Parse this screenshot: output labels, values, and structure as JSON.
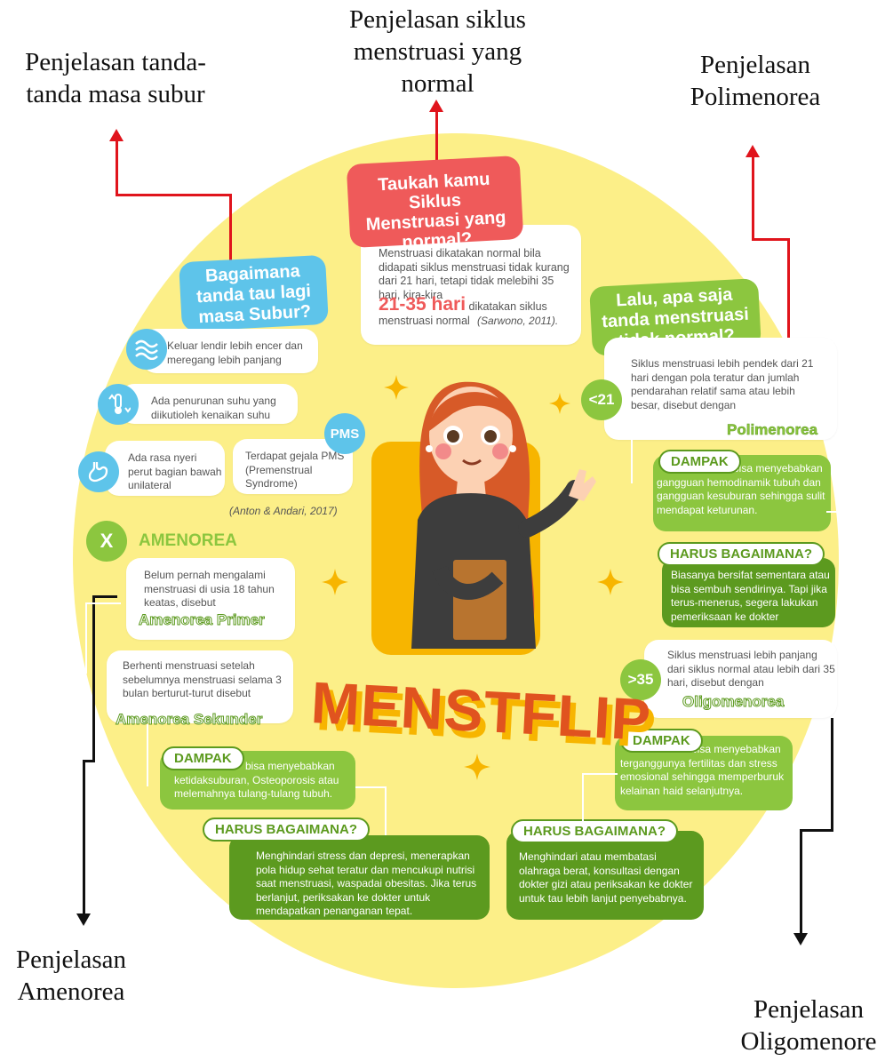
{
  "labels": {
    "top_left": "Penjelasan tanda-tanda masa subur",
    "top_center": "Penjelasan siklus menstruasi yang normal",
    "top_right": "Penjelasan Polimenorea",
    "bottom_left": "Penjelasan Amenorea",
    "bottom_right": "Penjelasan Oligomenore"
  },
  "colors": {
    "yellow": "#fcef88",
    "blue": "#5ec4ea",
    "red": "#ef5a5a",
    "green": "#8cc63f",
    "dark_green": "#5c9a1f",
    "orange_title": "#e0531f",
    "arrow_red": "#e0141c"
  },
  "normal": {
    "heading": "Taukah kamu Siklus Menstruasi yang normal?",
    "text1": "Menstruasi dikatakan normal bila didapati siklus menstruasi tidak kurang dari 21 hari, tetapi tidak melebihi 35 hari, kira-kira",
    "highlight": "21-35 hari",
    "text2": "dikatakan siklus menstruasi normal",
    "cite": "(Sarwono, 2011)."
  },
  "fertile": {
    "heading": "Bagaimana tanda tau lagi masa Subur?",
    "item1": "Keluar lendir lebih encer dan meregang lebih panjang",
    "item2": "Ada penurunan suhu yang diikutioleh kenaikan suhu",
    "item3": "Ada rasa nyeri perut bagian bawah unilateral",
    "pms_icon": "PMS",
    "item4": "Terdapat gejala PMS (Premenstrual Syndrome)",
    "cite": "(Anton & Andari, 2017)"
  },
  "abnormal": {
    "heading": "Lalu, apa saja tanda menstruasi tidak normal?"
  },
  "poli": {
    "badge": "<21",
    "text": "Siklus menstruasi lebih pendek dari 21 hari dengan pola teratur dan jumlah pendarahan relatif sama atau lebih besar, disebut dengan",
    "term": "Polimenorea",
    "dampak_label": "DAMPAK",
    "dampak": "bisa menyebabkan gangguan hemodinamik tubuh dan gangguan kesuburan sehingga sulit mendapat keturunan.",
    "harus_label": "HARUS BAGAIMANA?",
    "harus": "Biasanya bersifat sementara atau bisa sembuh sendirinya. Tapi jika terus-menerus, segera lakukan pemeriksaan ke dokter"
  },
  "oligo": {
    "badge": ">35",
    "text": "Siklus menstruasi lebih panjang dari siklus normal atau lebih dari 35 hari, disebut dengan",
    "term": "Oligomenorea",
    "dampak_label": "DAMPAK",
    "dampak": "bisa menyebabkan terganggunya fertilitas dan stress emosional sehingga memperburuk kelainan haid selanjutnya.",
    "harus_label": "HARUS BAGAIMANA?",
    "harus": "Menghindari atau membatasi olahraga berat, konsultasi dengan dokter gizi atau periksakan ke dokter untuk tau  lebih lanjut penyebabnya."
  },
  "amen": {
    "badge": "X",
    "heading": "AMENOREA",
    "primer_text": "Belum pernah mengalami menstruasi di usia 18 tahun keatas, disebut",
    "primer_term": "Amenorea Primer",
    "sekunder_text": "Berhenti menstruasi setelah sebelumnya menstruasi selama 3 bulan berturut-turut disebut",
    "sekunder_term": "Amenorea Sekunder",
    "dampak_label": "DAMPAK",
    "dampak": "bisa menyebabkan ketidaksuburan, Osteoporosis atau melemahnya tulang-tulang tubuh.",
    "harus_label": "HARUS BAGAIMANA?",
    "harus": "Menghindari stress dan depresi, menerapkan pola hidup sehat teratur dan mencukupi nutrisi saat menstruasi, waspadai obesitas. Jika terus berlanjut, periksakan ke dokter untuk mendapatkan penanganan tepat."
  },
  "brand": {
    "title": "MENSTFLIP"
  }
}
